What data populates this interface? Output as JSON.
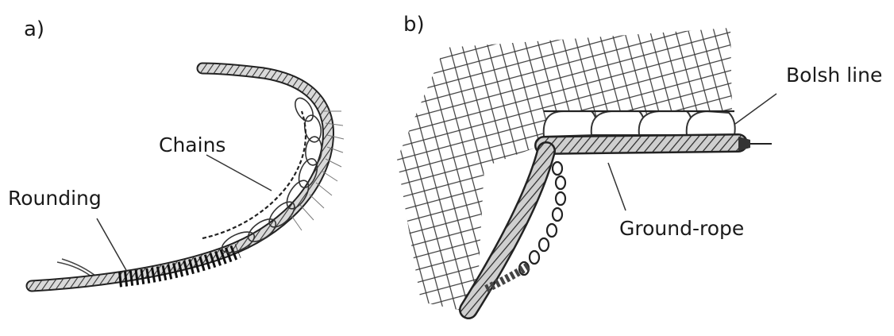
{
  "panel_a": {
    "letter": "a)",
    "labels": {
      "chains": "Chains",
      "rounding": "Rounding"
    }
  },
  "panel_b": {
    "letter": "b)",
    "labels": {
      "bolsh_line": "Bolsh line",
      "ground_rope": "Ground-rope"
    }
  }
}
